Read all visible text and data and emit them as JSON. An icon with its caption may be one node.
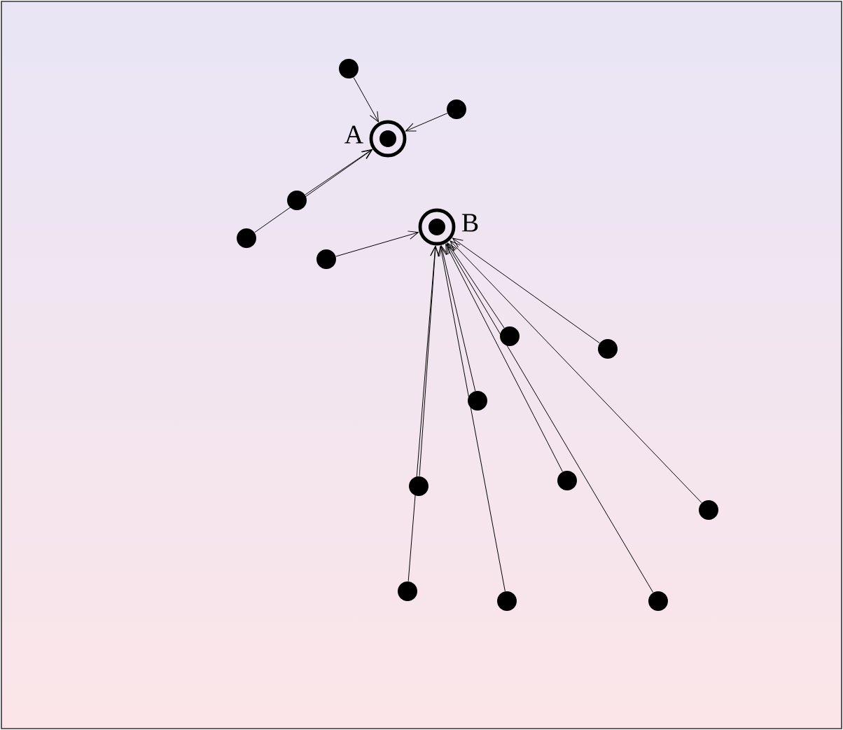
{
  "diagram": {
    "nodes": [
      {
        "text": [],
        "shape": "circle"
      },
      {
        "text": [],
        "shape": "circle"
      },
      {
        "text": [],
        "shape": "target",
        "beside": [
          "A"
        ]
      },
      {
        "text": [],
        "shape": "circle"
      },
      {
        "text": [],
        "shape": "target",
        "beside": [
          "B"
        ]
      },
      {
        "text": [],
        "shape": "circle"
      },
      {
        "text": [],
        "shape": "circle"
      },
      {
        "text": [],
        "shape": "circle"
      },
      {
        "text": [],
        "shape": "circle"
      },
      {
        "text": [],
        "shape": "circle"
      },
      {
        "text": [],
        "shape": "circle"
      },
      {
        "text": [],
        "shape": "circle"
      },
      {
        "text": [],
        "shape": "circle"
      },
      {
        "text": [],
        "shape": "circle"
      },
      {
        "text": [],
        "shape": "circle"
      },
      {
        "text": [],
        "shape": "circle"
      }
    ],
    "edges": [
      {
        "from": 0,
        "to": 2,
        "arrow": "to"
      },
      {
        "from": 1,
        "to": 2,
        "arrow": "to"
      },
      {
        "from": 3,
        "to": 2,
        "arrow": "to"
      },
      {
        "from": 5,
        "to": 2,
        "arrow": "to"
      },
      {
        "from": 6,
        "to": 4,
        "arrow": "to"
      },
      {
        "from": 7,
        "to": 4,
        "arrow": "to"
      },
      {
        "from": 8,
        "to": 4,
        "arrow": "to"
      },
      {
        "from": 9,
        "to": 4,
        "arrow": "to"
      },
      {
        "from": 10,
        "to": 4,
        "arrow": "to"
      },
      {
        "from": 11,
        "to": 4,
        "arrow": "to"
      },
      {
        "from": 12,
        "to": 4,
        "arrow": "to"
      },
      {
        "from": 13,
        "to": 4,
        "arrow": "to"
      },
      {
        "from": 14,
        "to": 4,
        "arrow": "to"
      },
      {
        "from": 15,
        "to": 4,
        "arrow": "to"
      }
    ]
  }
}
